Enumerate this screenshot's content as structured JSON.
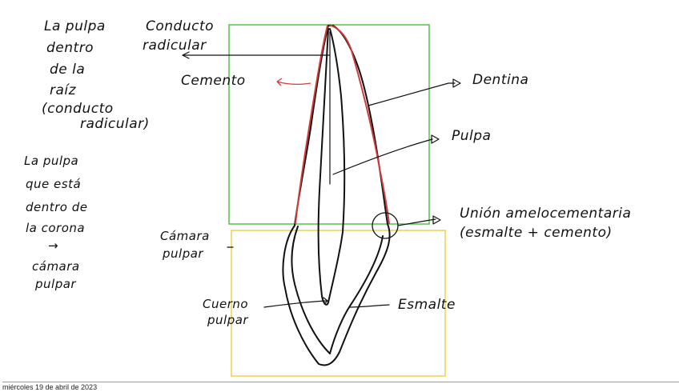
{
  "colors": {
    "root_box": "#55c24a",
    "crown_box": "#f0d24c",
    "cementum_line": "#d33b3b",
    "ink": "#111111"
  },
  "notes": {
    "left_root": [
      "La pulpa",
      "dentro",
      "de la",
      "raíz",
      "(conducto",
      "radicular)"
    ],
    "left_crown": [
      "La pulpa",
      "que está",
      "dentro de",
      "la corona",
      "→",
      "cámara",
      "pulpar"
    ]
  },
  "labels": {
    "conducto": [
      "Conducto",
      "radicular"
    ],
    "cemento": "Cemento",
    "dentina": "Dentina",
    "pulpa": "Pulpa",
    "union": [
      "Unión amelocementaria",
      "(esmalte + cemento)"
    ],
    "camara": [
      "Cámara",
      "pulpar"
    ],
    "cuerno": [
      "Cuerno",
      "pulpar"
    ],
    "esmalte": "Esmalte"
  },
  "footer": {
    "date": "miércoles 19 de abril de 2023"
  }
}
